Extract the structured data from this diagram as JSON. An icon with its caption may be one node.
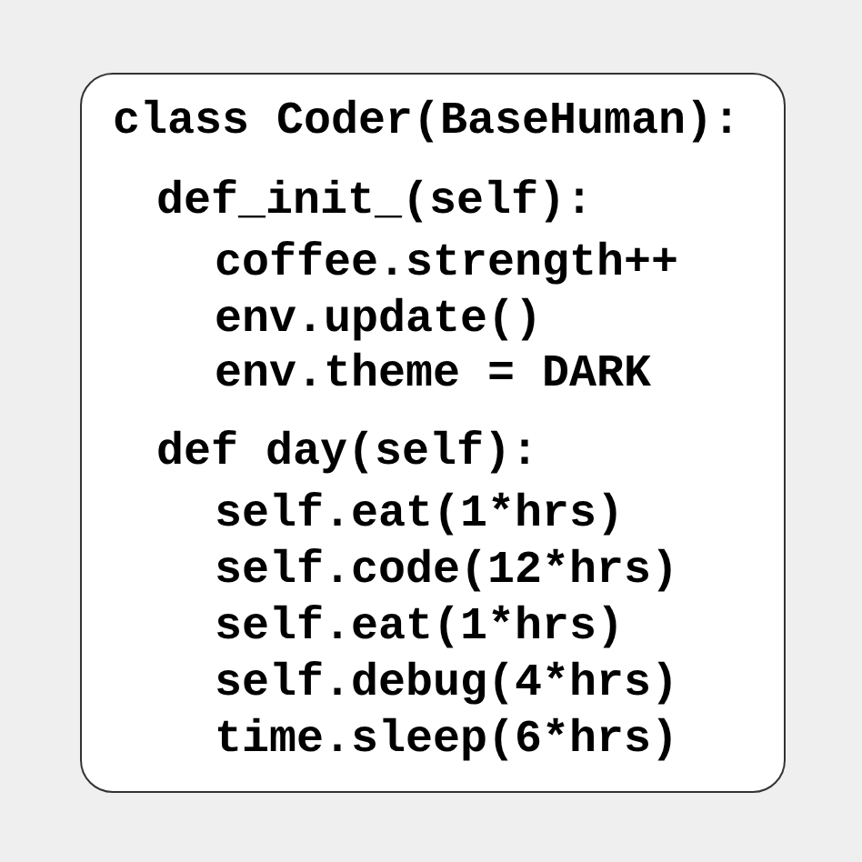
{
  "diagram": {
    "labels": [
      "class Coder(BaseHuman):",
      "def_init_(self):",
      "coffee.strength++",
      "env.update()",
      "env.theme = DARK",
      "def day(self):",
      "self.eat(1*hrs)",
      "self.code(12*hrs)",
      "self.eat(1*hrs)",
      "self.debug(4*hrs)",
      "time.sleep(6*hrs)"
    ]
  }
}
